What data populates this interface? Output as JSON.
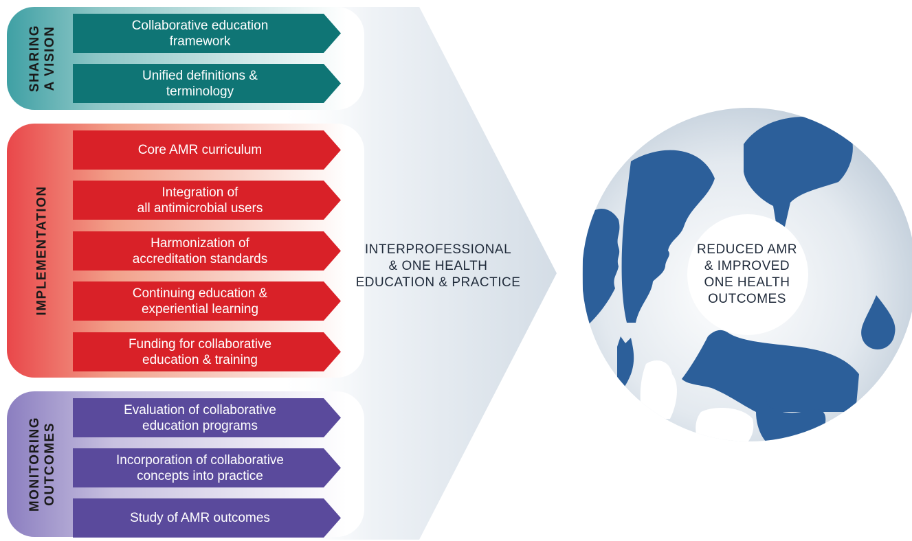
{
  "groups": [
    {
      "id": "vision",
      "title": "SHARING\nA VISION",
      "items": [
        "Collaborative education\nframework",
        "Unified definitions &\nterminology"
      ]
    },
    {
      "id": "implementation",
      "title": "IMPLEMENTATION",
      "items": [
        "Core AMR curriculum",
        "Integration of\nall antimicrobial users",
        "Harmonization of\naccreditation standards",
        "Continuing education &\nexperiential learning",
        "Funding for collaborative\neducation & training"
      ]
    },
    {
      "id": "monitoring",
      "title": "MONITORING\nOUTCOMES",
      "items": [
        "Evaluation of collaborative\neducation programs",
        "Incorporation of collaborative\nconcepts into practice",
        "Study of AMR outcomes"
      ]
    }
  ],
  "center_label": "INTERPROFESSIONAL\n& ONE HEALTH\nEDUCATION & PRACTICE",
  "outcome_label": "REDUCED AMR\n& IMPROVED\nONE HEALTH\nOUTCOMES",
  "colors": {
    "teal": "#0f7575",
    "red": "#d92128",
    "purple": "#5a4a9c",
    "dark_blue": "#2c5f9a",
    "arrow_gray": "#dfe5ec"
  }
}
